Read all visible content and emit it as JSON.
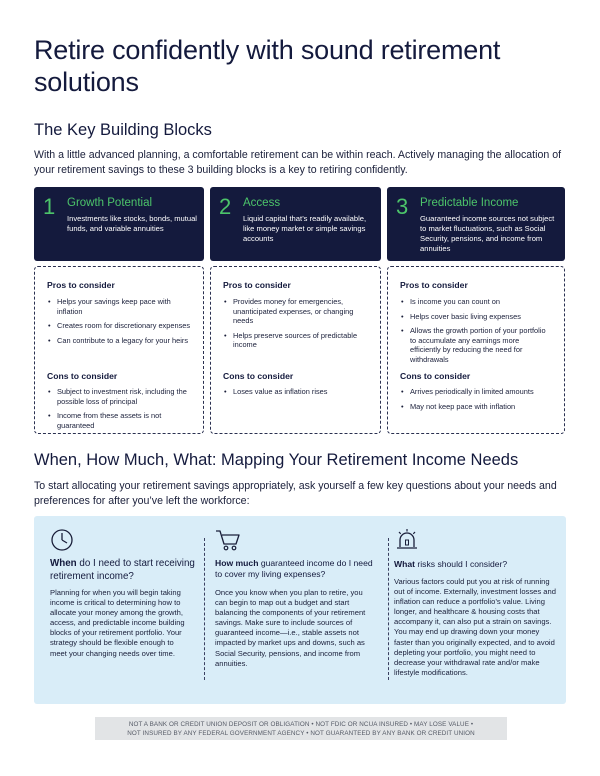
{
  "title": "Retire confidently with sound retirement solutions",
  "building_blocks": {
    "heading": "The Key Building Blocks",
    "intro": "With a little advanced planning, a comfortable retirement can be within reach. Actively managing the allocation of your retirement savings to these 3 building blocks is a key to retiring confidently.",
    "blocks": [
      {
        "number": "1",
        "title": "Growth Potential",
        "description": "Investments like stocks, bonds, mutual funds, and variable annuities"
      },
      {
        "number": "2",
        "title": "Access",
        "description": "Liquid capital that’s readily available, like money market or simple savings accounts"
      },
      {
        "number": "3",
        "title": "Predictable Income",
        "description": "Guaranteed income sources not subject to market fluctuations, such as Social Security, pensions, and income from annuities"
      }
    ],
    "cards": [
      {
        "pros_label": "Pros to consider",
        "pros": [
          "Helps your savings keep pace with inflation",
          "Creates room for discretionary expenses",
          "Can contribute to a legacy for your heirs"
        ],
        "cons_label": "Cons to consider",
        "cons": [
          "Subject to investment risk, including the possible loss of principal",
          "Income from these assets is not guaranteed"
        ]
      },
      {
        "pros_label": "Pros to consider",
        "pros": [
          "Provides money for emergencies, unanticipated expenses, or changing needs",
          "Helps preserve sources of predictable income"
        ],
        "cons_label": "Cons to consider",
        "cons": [
          "Loses value as inflation rises"
        ]
      },
      {
        "pros_label": "Pros to consider",
        "pros": [
          "Is income you can count on",
          "Helps cover basic living expenses",
          "Allows the growth portion of your portfolio to accumulate any earnings more efficiently by reducing the need for withdrawals"
        ],
        "cons_label": "Cons to consider",
        "cons": [
          "Arrives periodically in limited amounts",
          "May not keep pace with inflation"
        ]
      }
    ]
  },
  "mapping": {
    "heading": "When, How Much, What: Mapping Your Retirement Income Needs",
    "intro": "To start allocating your retirement savings appropriately, ask yourself a few key questions about your needs and preferences for after you’ve left the workforce:",
    "columns": [
      {
        "icon": "clock-icon",
        "head_bold": "When",
        "head_rest": " do I need to start receiving retirement income?",
        "body": "Planning for when you will begin taking income is critical to determining how to allocate your money among the growth, access, and predictable income building blocks of your retirement portfolio. Your strategy should be flexible enough to meet your changing needs over time."
      },
      {
        "icon": "shopping-cart-icon",
        "head_bold": "How much",
        "head_rest": " guaranteed income do I need to cover my living expenses?",
        "body": "Once you know when you plan to retire, you can begin to map out a budget and start balancing the components of your retirement savings. Make sure to include sources of guaranteed income—i.e., stable assets not impacted by market ups and downs, such as Social Security, pensions, and income from annuities."
      },
      {
        "icon": "alarm-light-icon",
        "head_bold": "What",
        "head_rest": " risks should I consider?",
        "body": "Various factors could put you at risk of running out of income. Externally, investment losses and inflation can reduce a portfolio’s value. Living longer, and healthcare & housing costs that accompany it, can also put a strain on savings. You may end up drawing down your money faster than you originally expected, and to avoid depleting your portfolio, you might need to decrease your withdrawal rate and/or make lifestyle modifications."
      }
    ]
  },
  "disclaimer": {
    "line1": "NOT A BANK OR CREDIT UNION DEPOSIT OR OBLIGATION • NOT FDIC OR NCUA INSURED • MAY LOSE VALUE •",
    "line2": "NOT INSURED BY ANY FEDERAL GOVERNMENT AGENCY • NOT GUARANTEED BY ANY BANK OR CREDIT UNION"
  },
  "colors": {
    "navy": "#141a3d",
    "green": "#4cc46a",
    "light_blue": "#d9edf8",
    "disclaimer_bg": "#e2e4e6"
  }
}
